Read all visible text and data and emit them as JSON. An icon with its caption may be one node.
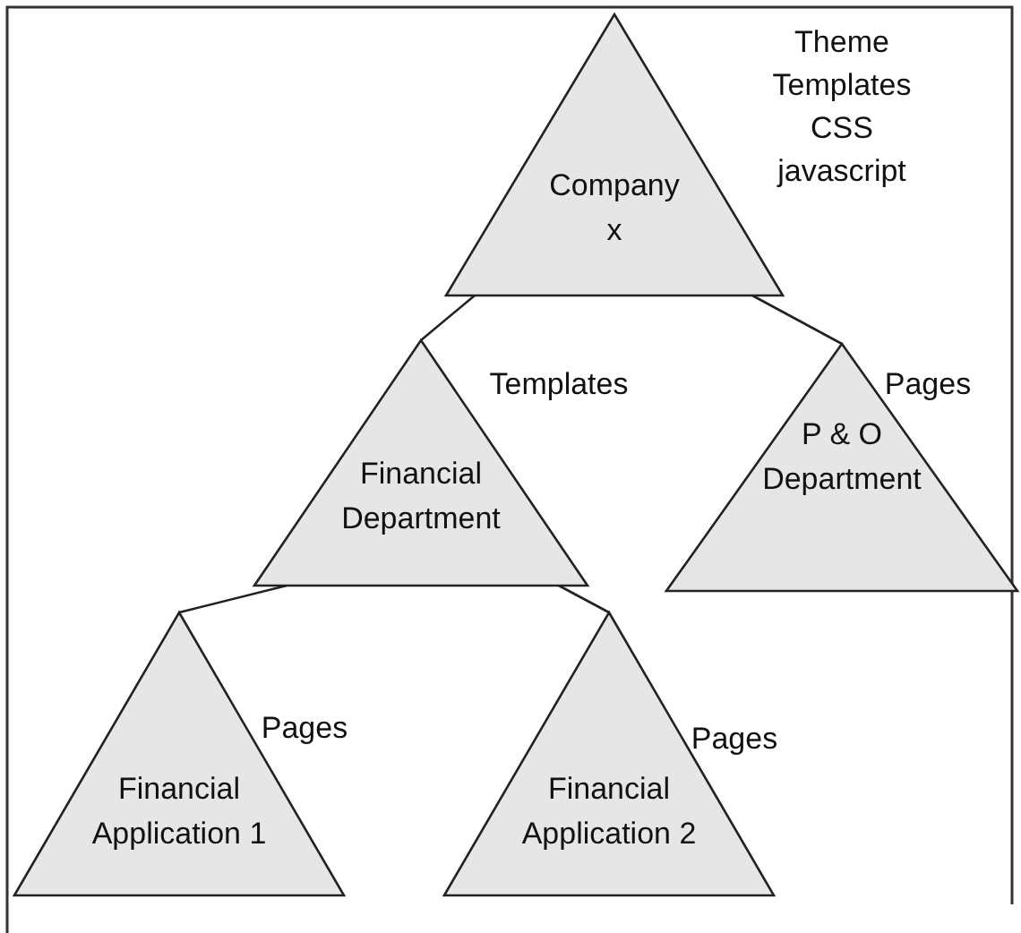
{
  "diagram": {
    "nodes": [
      {
        "text": [
          "Company x"
        ],
        "beside": [
          "Theme Templates CSS javascript"
        ]
      },
      {
        "text": [
          "Financial Department"
        ],
        "beside": [
          "Templates"
        ]
      },
      {
        "text": [
          "P & O Department"
        ],
        "beside": [
          "Pages"
        ]
      },
      {
        "text": [
          "Financial Application 1"
        ],
        "beside": [
          "Pages"
        ]
      },
      {
        "text": [
          "Financial Application 2"
        ],
        "beside": [
          "Pages"
        ]
      }
    ],
    "edges": [
      {
        "from": 0,
        "to": 1,
        "arrow": "none"
      },
      {
        "from": 0,
        "to": 2,
        "arrow": "none"
      },
      {
        "from": 1,
        "to": 3,
        "arrow": "none"
      },
      {
        "from": 1,
        "to": 4,
        "arrow": "none"
      }
    ]
  }
}
